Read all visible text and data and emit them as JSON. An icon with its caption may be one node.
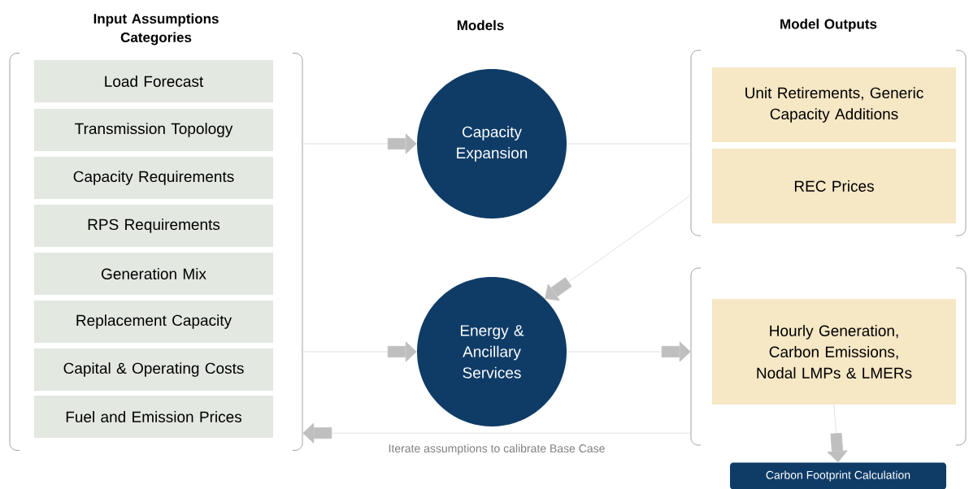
{
  "diagram": {
    "nodes": [
      {
        "text": [
          "Input Assumptions Categories"
        ]
      },
      {
        "text": [
          "Load Forecast"
        ],
        "in": 0
      },
      {
        "text": [
          "Transmission Topology"
        ],
        "in": 0
      },
      {
        "text": [
          "Capacity Requirements"
        ],
        "in": 0
      },
      {
        "text": [
          "RPS Requirements"
        ],
        "in": 0
      },
      {
        "text": [
          "Generation Mix"
        ],
        "in": 0
      },
      {
        "text": [
          "Replacement Capacity"
        ],
        "in": 0
      },
      {
        "text": [
          "Capital & Operating Costs"
        ],
        "in": 0
      },
      {
        "text": [
          "Fuel and Emission Prices"
        ],
        "in": 0
      },
      {
        "text": [
          "Capacity Expansion"
        ]
      },
      {
        "text": [
          "Energy & Ancillary Services"
        ]
      },
      {
        "text": [
          "Model Outputs"
        ]
      },
      {
        "text": [
          "Unit Retirements, Generic Capacity Additions"
        ],
        "in": 11
      },
      {
        "text": [
          "REC Prices"
        ],
        "in": 11
      },
      {
        "text": [],
        "shape": "bracket"
      },
      {
        "text": [
          "Hourly Generation, Carbon Emissions, Nodal LMPs & LMERs"
        ],
        "in": 14
      },
      {
        "text": [
          "Carbon Footprint Calculation"
        ]
      }
    ],
    "edges": [
      {
        "from": 0,
        "to": 9,
        "arrow": "to"
      },
      {
        "from": 0,
        "to": 10,
        "arrow": "to"
      },
      {
        "from": 9,
        "to": 11,
        "arrow": "none"
      },
      {
        "from": 11,
        "to": 10,
        "arrow": "to"
      },
      {
        "from": 10,
        "to": 14,
        "arrow": "to"
      },
      {
        "from": 14,
        "to": 0,
        "arrow": "to",
        "label": "Iterate assumptions to calibrate Base Case"
      },
      {
        "from": 15,
        "to": 16,
        "arrow": "to"
      }
    ],
    "labels": [
      "Models"
    ]
  }
}
